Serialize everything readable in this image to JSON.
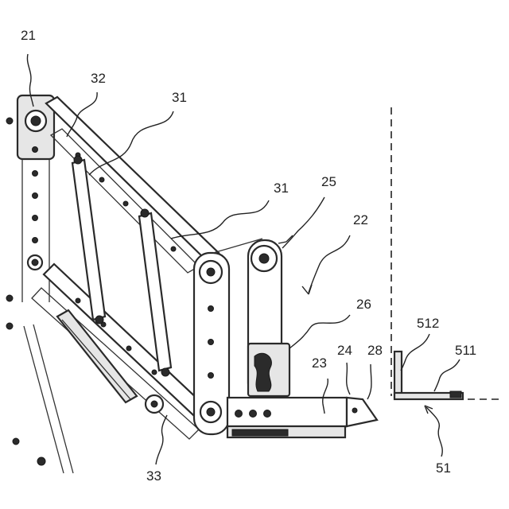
{
  "figure": {
    "labels": {
      "l21": "21",
      "l32": "32",
      "l31a": "31",
      "l31b": "31",
      "l25": "25",
      "l22": "22",
      "l26": "26",
      "l23": "23",
      "l24": "24",
      "l28": "28",
      "l33": "33",
      "l512": "512",
      "l511": "511",
      "l51": "51"
    }
  }
}
